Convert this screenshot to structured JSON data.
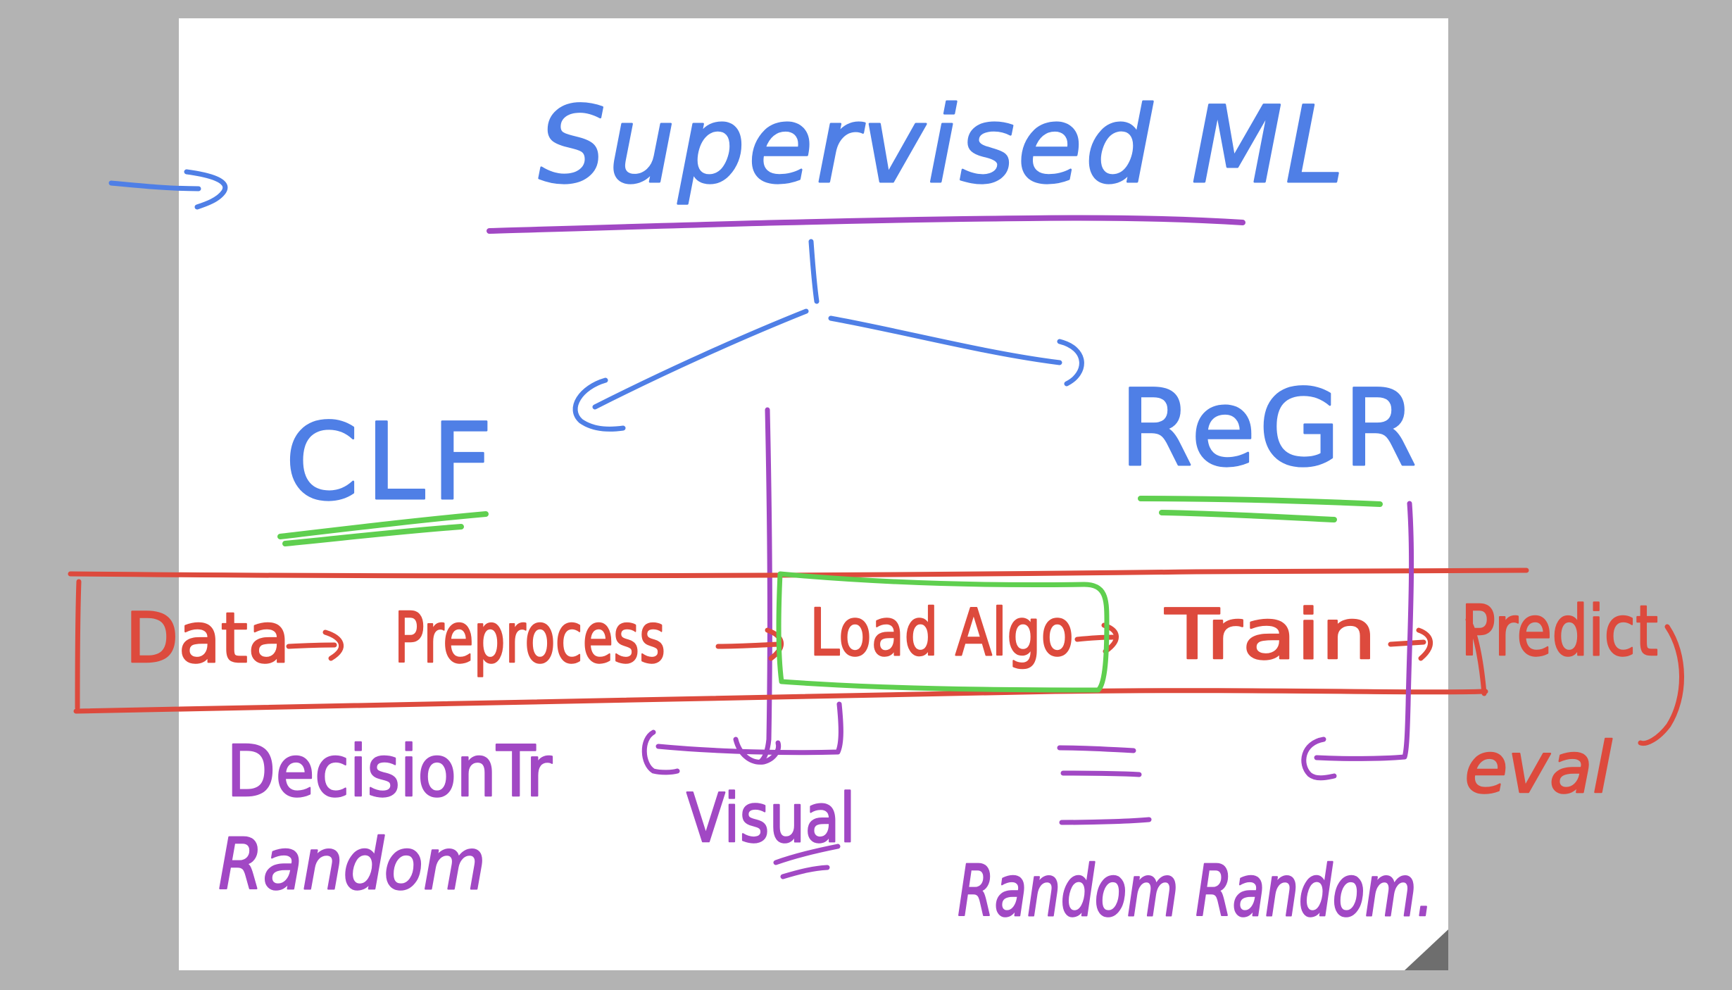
{
  "colors": {
    "canvas_bg": "#b3b3b3",
    "page_bg": "#ffffff",
    "blue": "#4f7fe6",
    "purple": "#a148c4",
    "red": "#dd4a3d",
    "green": "#5fcf4f"
  },
  "title": "Supervised ML",
  "branches": {
    "left": "CLF",
    "right": "ReGR"
  },
  "pipeline": {
    "steps": [
      "Data",
      "Preprocess",
      "Load Algo",
      "Train",
      "Predict"
    ],
    "eval": "eval"
  },
  "notes": {
    "left_line1": "DecisionTr",
    "left_line2": "Random",
    "center": "Visual",
    "right": "Random Random."
  }
}
